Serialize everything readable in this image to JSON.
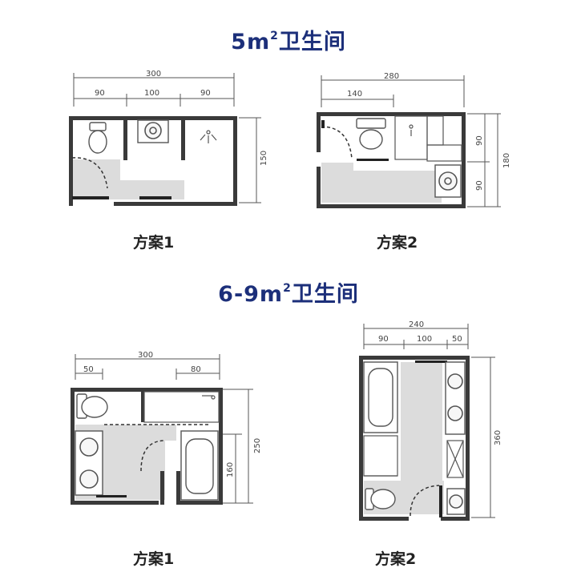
{
  "section1": {
    "title_main": "5m",
    "title_sup": "2",
    "title_rest": "卫生间"
  },
  "section2": {
    "title_main": "6-9m",
    "title_sup": "2",
    "title_rest": "卫生间"
  },
  "plans": {
    "s1_plan1": {
      "caption": "方案1",
      "dims": {
        "total": "300",
        "a": "90",
        "b": "100",
        "c": "90",
        "height": "150"
      }
    },
    "s1_plan2": {
      "caption": "方案2",
      "dims": {
        "total": "280",
        "a": "140",
        "h1": "90",
        "h2": "90",
        "height": "180"
      }
    },
    "s2_plan1": {
      "caption": "方案1",
      "dims": {
        "total": "300",
        "a": "50",
        "b": "80",
        "h1": "160",
        "height": "250"
      }
    },
    "s2_plan2": {
      "caption": "方案2",
      "dims": {
        "total": "240",
        "a": "90",
        "b": "100",
        "c": "50",
        "height": "360"
      }
    }
  }
}
